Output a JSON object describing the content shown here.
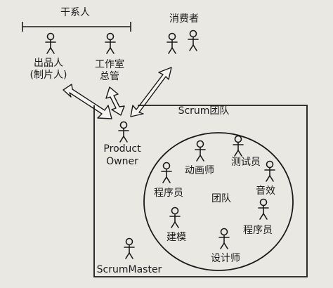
{
  "stakeholders_label": "干系人",
  "consumers_label": "消费者",
  "producer_label_line1": "出品人",
  "producer_label_line2": "(制片人)",
  "studio_label_line1": "工作室",
  "studio_label_line2": "总管",
  "product_owner_line1": "Product",
  "product_owner_line2": "Owner",
  "scrum_team_label": "Scrum团队",
  "scrum_master_label": "ScrumMaster",
  "team_circle_label": "团队",
  "members": {
    "animator": "动画师",
    "tester": "测试员",
    "programmer1": "程序员",
    "audio": "音效",
    "programmer2": "程序员",
    "modeler": "建模",
    "designer": "设计师"
  }
}
